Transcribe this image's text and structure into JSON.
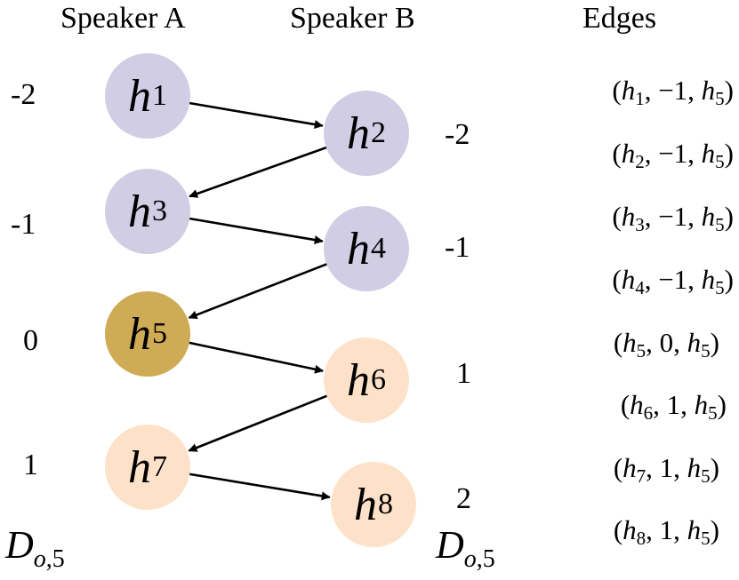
{
  "headers": {
    "speaker_a": "Speaker A",
    "speaker_b": "Speaker B",
    "edges": "Edges"
  },
  "nodes": [
    {
      "base": "h",
      "sub": "1",
      "color": "#d0cde4"
    },
    {
      "base": "h",
      "sub": "2",
      "color": "#d0cde4"
    },
    {
      "base": "h",
      "sub": "3",
      "color": "#d0cde4"
    },
    {
      "base": "h",
      "sub": "4",
      "color": "#d0cde4"
    },
    {
      "base": "h",
      "sub": "5",
      "color": "#cfab55"
    },
    {
      "base": "h",
      "sub": "6",
      "color": "#fde2c9"
    },
    {
      "base": "h",
      "sub": "7",
      "color": "#fde2c9"
    },
    {
      "base": "h",
      "sub": "8",
      "color": "#fde2c9"
    }
  ],
  "distances_a": [
    "-2",
    "-1",
    "0",
    "1"
  ],
  "distances_b": [
    "-2",
    "-1",
    "1",
    "2"
  ],
  "distance_label": {
    "base": "D",
    "sub_var": "o",
    "sub_rest": ",5"
  },
  "edges": [
    {
      "src": "1",
      "rel": "−1",
      "tgt": "5"
    },
    {
      "src": "2",
      "rel": "−1",
      "tgt": "5"
    },
    {
      "src": "3",
      "rel": "−1",
      "tgt": "5"
    },
    {
      "src": "4",
      "rel": "−1",
      "tgt": "5"
    },
    {
      "src": "5",
      "rel": "0",
      "tgt": "5"
    },
    {
      "src": "6",
      "rel": "1",
      "tgt": "5"
    },
    {
      "src": "7",
      "rel": "1",
      "tgt": "5"
    },
    {
      "src": "8",
      "rel": "1",
      "tgt": "5"
    }
  ],
  "arrows": [
    {
      "from": "h1",
      "to": "h2"
    },
    {
      "from": "h2",
      "to": "h3"
    },
    {
      "from": "h3",
      "to": "h4"
    },
    {
      "from": "h4",
      "to": "h5"
    },
    {
      "from": "h5",
      "to": "h6"
    },
    {
      "from": "h6",
      "to": "h7"
    },
    {
      "from": "h7",
      "to": "h8"
    }
  ]
}
